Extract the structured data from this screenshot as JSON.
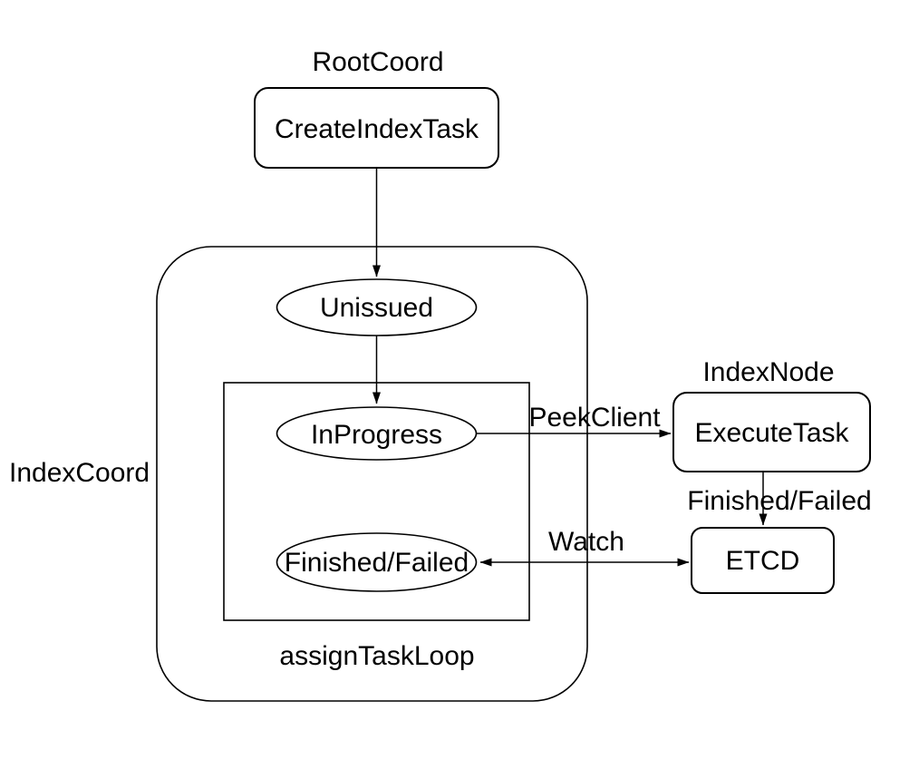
{
  "diagram": {
    "colors": {
      "stroke": "#000000",
      "fill": "#ffffff",
      "text": "#000000",
      "background": "#ffffff"
    },
    "section_labels": {
      "root_coord": "RootCoord",
      "index_coord": "IndexCoord",
      "index_node": "IndexNode",
      "assign_task_loop": "assignTaskLoop"
    },
    "nodes": {
      "create_index_task": "CreateIndexTask",
      "unissued": "Unissued",
      "in_progress": "InProgress",
      "finished_failed": "Finished/Failed",
      "execute_task": "ExecuteTask",
      "etcd": "ETCD"
    },
    "edge_labels": {
      "peek_client": "PeekClient",
      "finished_failed": "Finished/Failed",
      "watch": "Watch"
    }
  }
}
